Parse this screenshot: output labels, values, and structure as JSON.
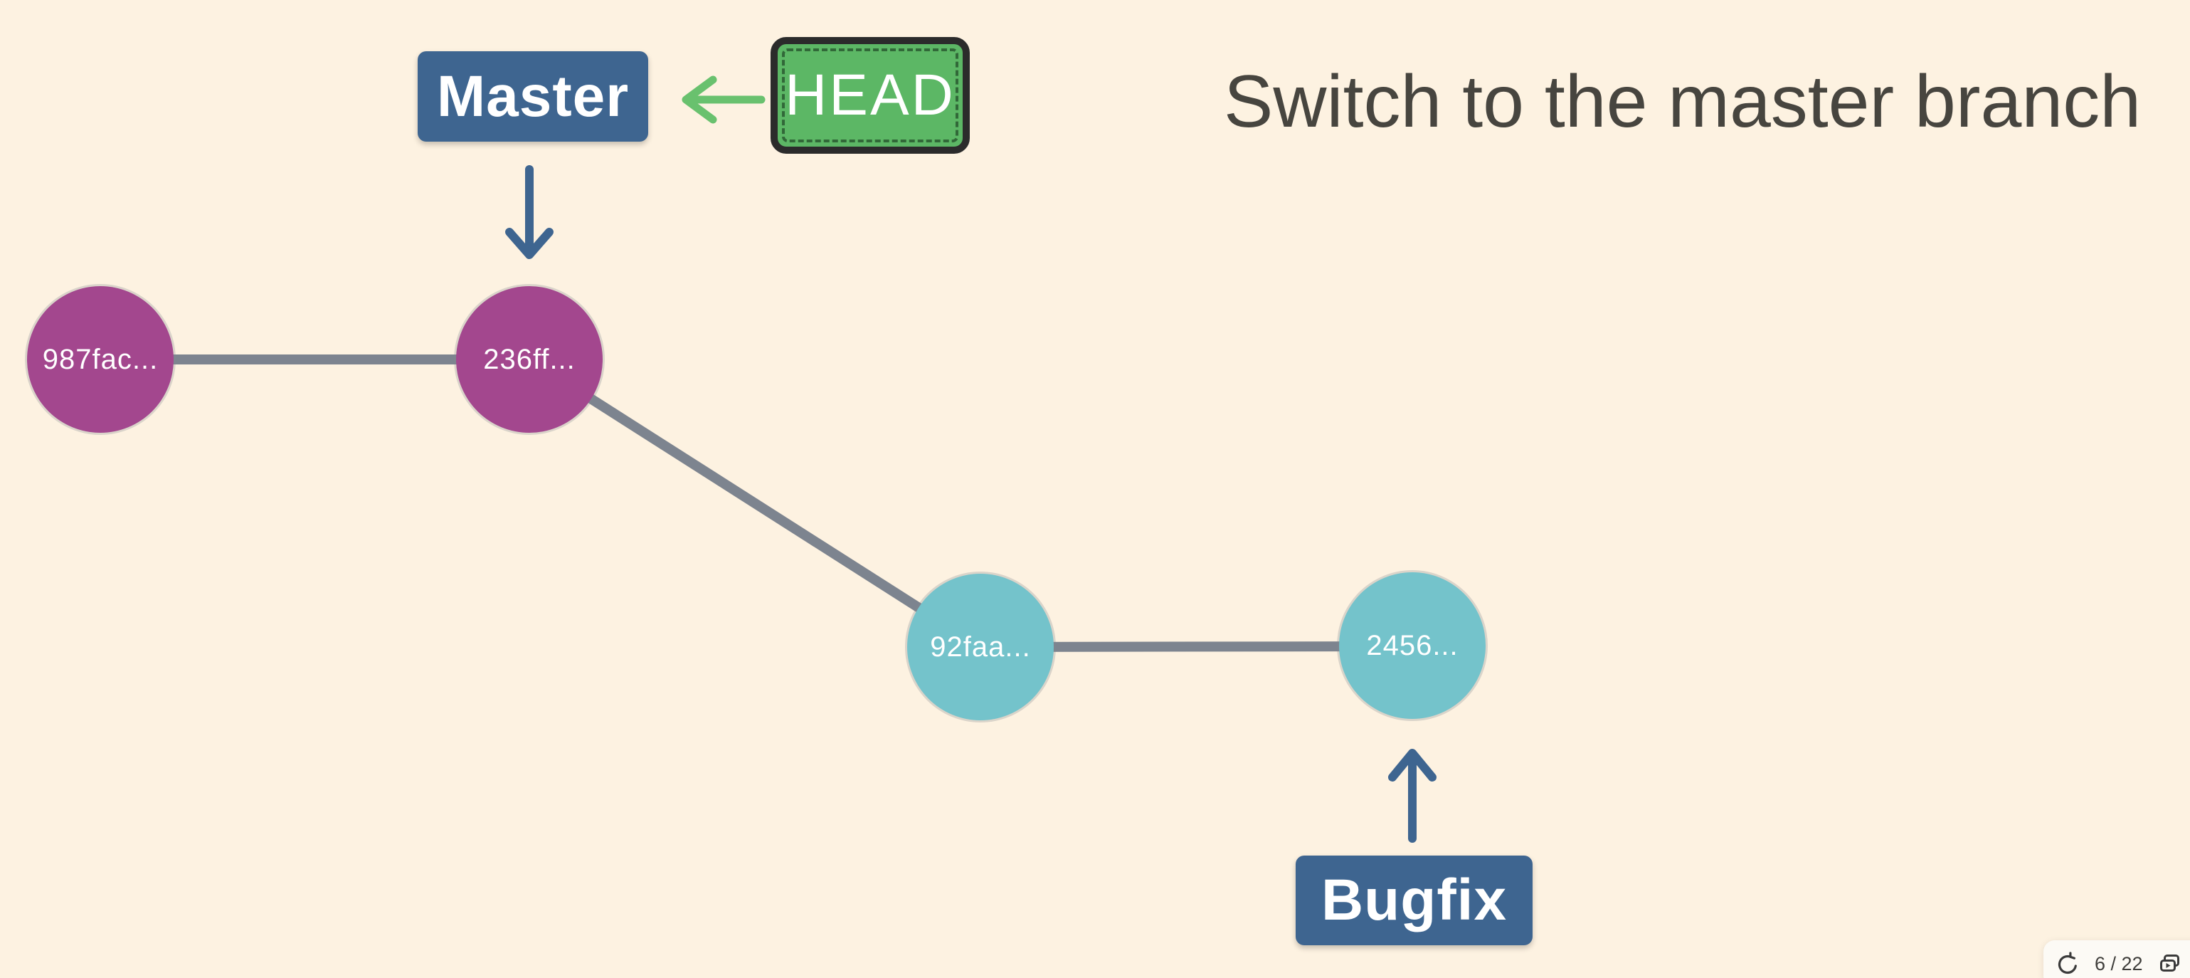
{
  "slide": {
    "title": "Switch to the master branch",
    "head_label": "HEAD",
    "branch_labels": {
      "master": "Master",
      "bugfix": "Bugfix"
    },
    "commits": [
      {
        "id": "987fac...",
        "branch": "master"
      },
      {
        "id": "236ff...",
        "branch": "master"
      },
      {
        "id": "92faa...",
        "branch": "bugfix"
      },
      {
        "id": "2456...",
        "branch": "bugfix"
      }
    ],
    "edges": [
      [
        "987fac...",
        "236ff..."
      ],
      [
        "236ff...",
        "92faa..."
      ],
      [
        "92faa...",
        "2456..."
      ]
    ],
    "pointers": [
      {
        "from": "Master",
        "to": "236ff...",
        "style": "blue-arrow-down"
      },
      {
        "from": "HEAD",
        "to": "Master",
        "style": "green-arrow-left"
      },
      {
        "from": "Bugfix",
        "to": "2456...",
        "style": "blue-arrow-up"
      }
    ]
  },
  "player": {
    "counter": "6 / 22",
    "icons": {
      "replay": "replay-icon",
      "slides": "slides-overview-icon",
      "partial": "circle-icon"
    }
  },
  "colors": {
    "background": "#fdf2e1",
    "branch_label_bg": "#3e6590",
    "head_bg": "#5cb765",
    "head_border": "#2b2b2b",
    "green_arrow": "#69c16e",
    "blue_arrow": "#3e6590",
    "commit_master": "#a3478e",
    "commit_bugfix": "#74c3cb",
    "edge_gray": "#7d848f",
    "title_text": "#47453f"
  }
}
